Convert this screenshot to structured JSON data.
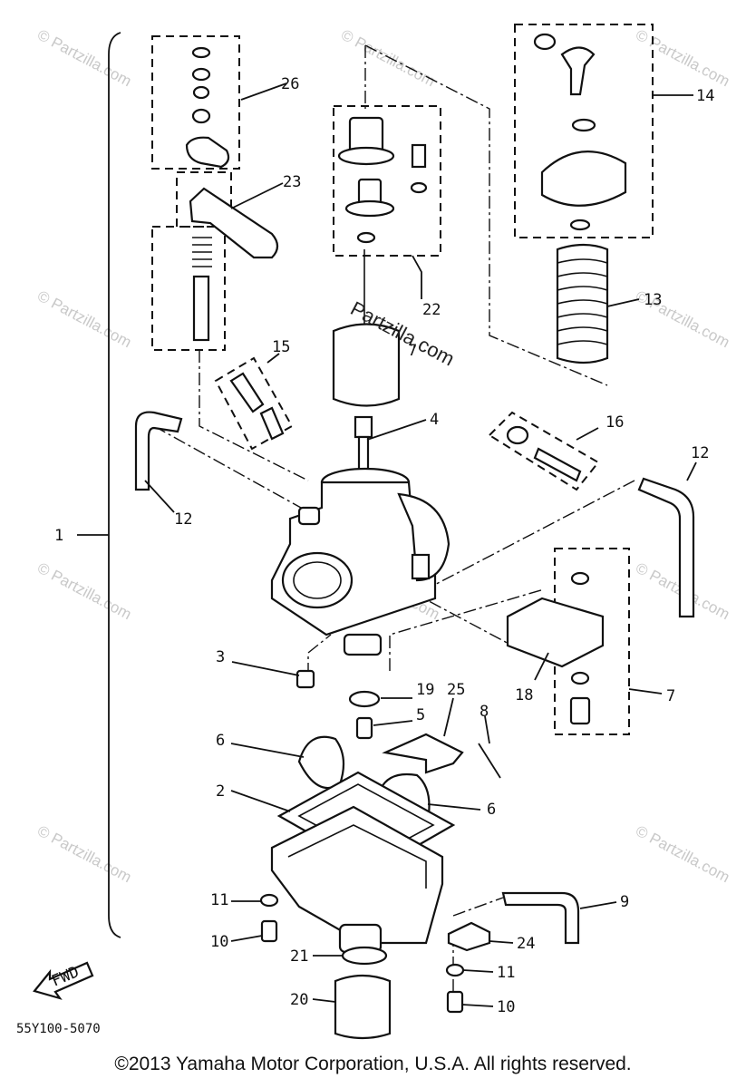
{
  "diagram": {
    "labels": [
      {
        "id": "1",
        "text": "1"
      },
      {
        "id": "2",
        "text": "2"
      },
      {
        "id": "3",
        "text": "3"
      },
      {
        "id": "4",
        "text": "4"
      },
      {
        "id": "5",
        "text": "5"
      },
      {
        "id": "6a",
        "text": "6"
      },
      {
        "id": "6b",
        "text": "6"
      },
      {
        "id": "7a",
        "text": "7"
      },
      {
        "id": "7b",
        "text": "7"
      },
      {
        "id": "8",
        "text": "8"
      },
      {
        "id": "9",
        "text": "9"
      },
      {
        "id": "10a",
        "text": "10"
      },
      {
        "id": "10b",
        "text": "10"
      },
      {
        "id": "11a",
        "text": "11"
      },
      {
        "id": "11b",
        "text": "11"
      },
      {
        "id": "12a",
        "text": "12"
      },
      {
        "id": "12b",
        "text": "12"
      },
      {
        "id": "13",
        "text": "13"
      },
      {
        "id": "14",
        "text": "14"
      },
      {
        "id": "15",
        "text": "15"
      },
      {
        "id": "16",
        "text": "16"
      },
      {
        "id": "18",
        "text": "18"
      },
      {
        "id": "19",
        "text": "19"
      },
      {
        "id": "20",
        "text": "20"
      },
      {
        "id": "21",
        "text": "21"
      },
      {
        "id": "22",
        "text": "22"
      },
      {
        "id": "23",
        "text": "23"
      },
      {
        "id": "24",
        "text": "24"
      },
      {
        "id": "25",
        "text": "25"
      },
      {
        "id": "26",
        "text": "26"
      }
    ],
    "fwd_label": "FWD",
    "diagram_code": "55Y100-5070",
    "watermark": "© Partzilla.com",
    "center_watermark": "Partzilla.com"
  },
  "footer": {
    "copyright": "©2013  Yamaha Motor Corporation, U.S.A. All rights reserved."
  }
}
